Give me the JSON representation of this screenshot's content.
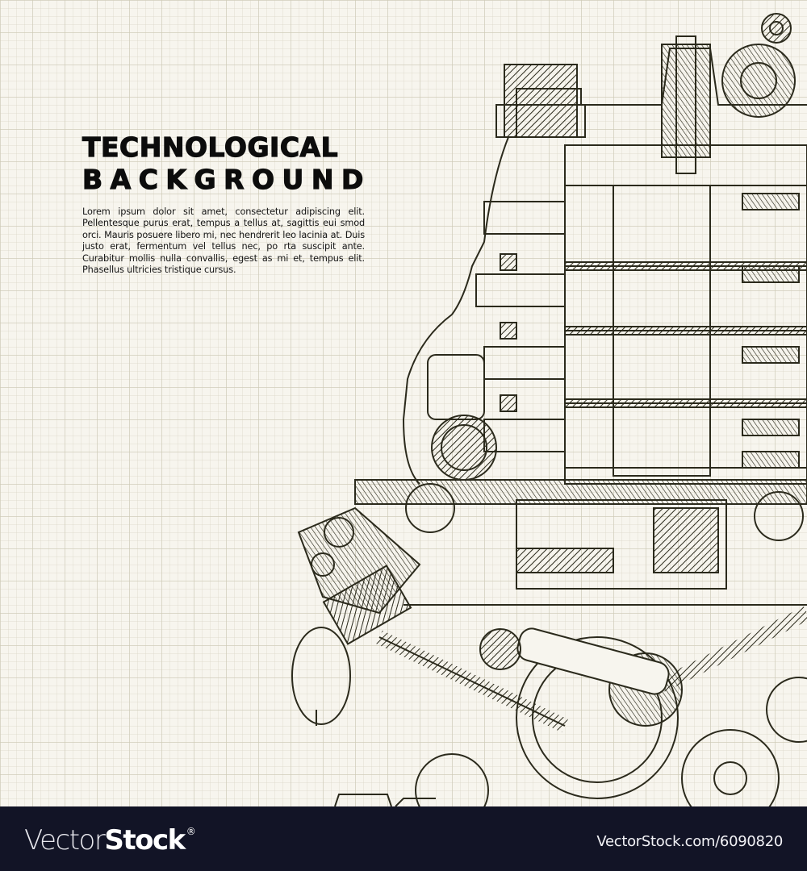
{
  "artwork": {
    "title": {
      "line1": "TECHNOLOGICAL",
      "line2": "BACKGROUND"
    },
    "body": "Lorem ipsum dolor sit amet, consectetur adipiscing elit. Pellentesque purus erat, tempus a tellus at, sagittis eui smod orci. Mauris posuere libero mi, nec hendrerit leo lacinia at. Duis justo erat, fermentum vel tellus nec, po rta suscipit ante. Curabitur mollis nulla convallis, egest as mi et, tempus elit. Phasellus ultricies tristique cursus.",
    "illustration": "engine-technical-drawing",
    "colors": {
      "paper": "#f7f5ee",
      "grid": "#d6d2bf",
      "ink": "#2b2a1c",
      "title": "#0c0c0c"
    }
  },
  "footer": {
    "brand_thin": "Vector",
    "brand_bold": "Stock",
    "brand_mark": "®",
    "image_id": "VectorStock.com/6090820",
    "background": "#121426"
  }
}
